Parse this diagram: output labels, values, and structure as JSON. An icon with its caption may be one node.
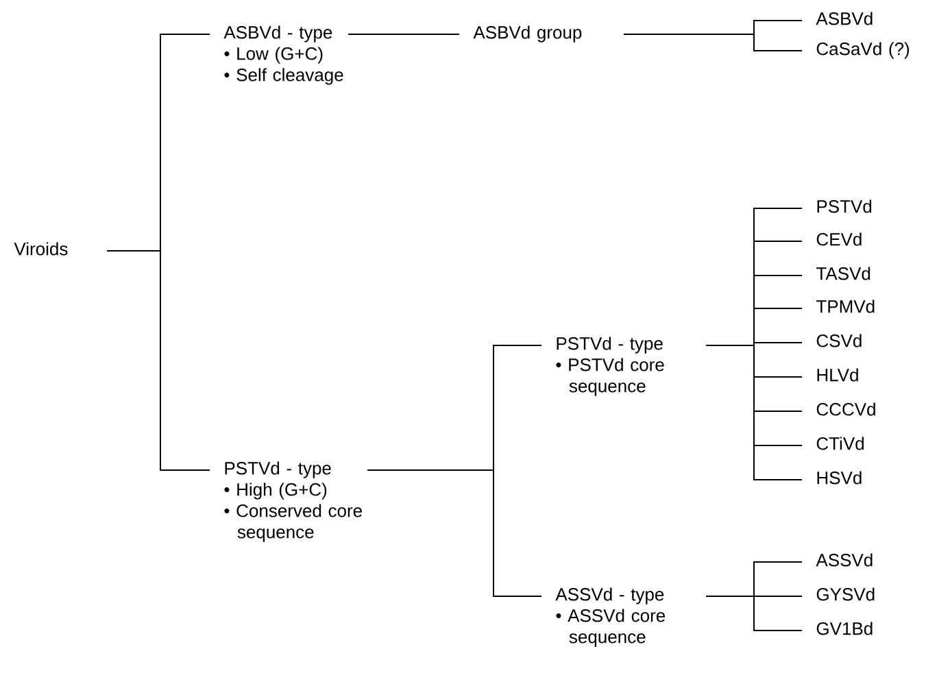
{
  "diagram": {
    "nodes": [
      {
        "text": [
          "Viroids"
        ]
      },
      {
        "text": [
          "ASBVd - type",
          "• Low (G+C)",
          "• Self cleavage"
        ]
      },
      {
        "text": [
          "PSTVd - type",
          "• High (G+C)",
          "• Conserved core sequence"
        ]
      },
      {
        "text": [
          "ASBVd group"
        ]
      },
      {
        "text": [
          "ASBVd"
        ]
      },
      {
        "text": [
          "CaSaVd (?)"
        ]
      },
      {
        "text": [
          "PSTVd - type",
          "• PSTVd core sequence"
        ]
      },
      {
        "text": [
          "ASSVd - type",
          "• ASSVd core sequence"
        ]
      },
      {
        "text": [
          "PSTVd"
        ]
      },
      {
        "text": [
          "CEVd"
        ]
      },
      {
        "text": [
          "TASVd"
        ]
      },
      {
        "text": [
          "TPMVd"
        ]
      },
      {
        "text": [
          "CSVd"
        ]
      },
      {
        "text": [
          "HLVd"
        ]
      },
      {
        "text": [
          "CCCVd"
        ]
      },
      {
        "text": [
          "CTiVd"
        ]
      },
      {
        "text": [
          "HSVd"
        ]
      },
      {
        "text": [
          "ASSVd"
        ]
      },
      {
        "text": [
          "GYSVd"
        ]
      },
      {
        "text": [
          "GV1Bd"
        ]
      }
    ],
    "edges": [
      {
        "from": 0,
        "to": 1,
        "arrow": "none"
      },
      {
        "from": 0,
        "to": 2,
        "arrow": "none"
      },
      {
        "from": 1,
        "to": 3,
        "arrow": "none"
      },
      {
        "from": 3,
        "to": 4,
        "arrow": "none"
      },
      {
        "from": 3,
        "to": 5,
        "arrow": "none"
      },
      {
        "from": 2,
        "to": 6,
        "arrow": "none"
      },
      {
        "from": 2,
        "to": 7,
        "arrow": "none"
      },
      {
        "from": 6,
        "to": 8,
        "arrow": "none"
      },
      {
        "from": 6,
        "to": 9,
        "arrow": "none"
      },
      {
        "from": 6,
        "to": 10,
        "arrow": "none"
      },
      {
        "from": 6,
        "to": 11,
        "arrow": "none"
      },
      {
        "from": 6,
        "to": 12,
        "arrow": "none"
      },
      {
        "from": 6,
        "to": 13,
        "arrow": "none"
      },
      {
        "from": 6,
        "to": 14,
        "arrow": "none"
      },
      {
        "from": 6,
        "to": 15,
        "arrow": "none"
      },
      {
        "from": 6,
        "to": 16,
        "arrow": "none"
      },
      {
        "from": 7,
        "to": 17,
        "arrow": "none"
      },
      {
        "from": 7,
        "to": 18,
        "arrow": "none"
      },
      {
        "from": 7,
        "to": 19,
        "arrow": "none"
      }
    ]
  }
}
